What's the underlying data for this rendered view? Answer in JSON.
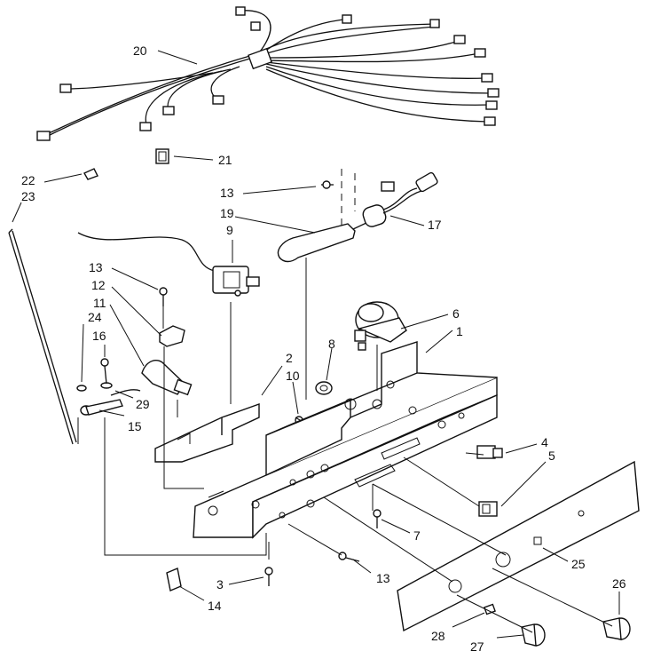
{
  "labels": {
    "p1": "1",
    "p2": "2",
    "p3": "3",
    "p4": "4",
    "p5": "5",
    "p6": "6",
    "p7": "7",
    "p8": "8",
    "p9": "9",
    "p10": "10",
    "p11": "11",
    "p12": "12",
    "p13a": "13",
    "p13b": "13",
    "p13c": "13",
    "p14": "14",
    "p15": "15",
    "p16": "16",
    "p17": "17",
    "p19": "19",
    "p20": "20",
    "p21": "21",
    "p22": "22",
    "p23": "23",
    "p24": "24",
    "p25": "25",
    "p26": "26",
    "p27": "27",
    "p28": "28",
    "p29": "29"
  }
}
